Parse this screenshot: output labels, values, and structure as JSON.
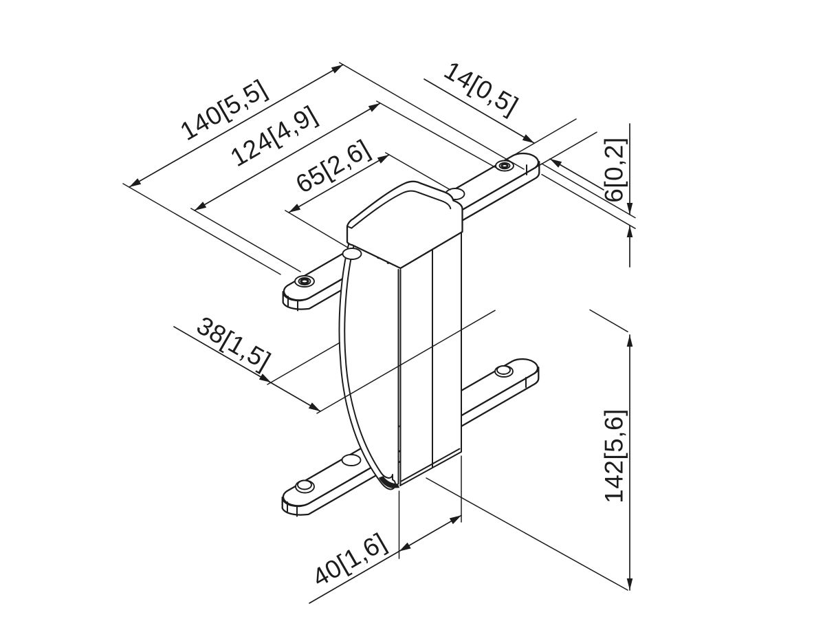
{
  "drawing": {
    "background_color": "#ffffff",
    "line_color": "#1c1c1c",
    "type": "isometric dimensioned technical drawing of a mounting bracket",
    "dims": {
      "overall_length": {
        "label": "140[5,5]",
        "mm": 140,
        "inch": "5,5"
      },
      "outer_hole_spacing": {
        "label": "124[4,9]",
        "mm": 124,
        "inch": "4,9"
      },
      "inner_hole_spacing": {
        "label": "65[2,6]",
        "mm": 65,
        "inch": "2,6"
      },
      "strap_width": {
        "label": "14[0,5]",
        "mm": 14,
        "inch": "0,5"
      },
      "strap_thickness": {
        "label": "6[0,2]",
        "mm": 6,
        "inch": "0,2"
      },
      "column_depth": {
        "label": "38[1,5]",
        "mm": 38,
        "inch": "1,5"
      },
      "overall_height": {
        "label": "142[5,6]",
        "mm": 142,
        "inch": "5,6"
      },
      "column_width": {
        "label": "40[1,6]",
        "mm": 40,
        "inch": "1,6"
      }
    }
  }
}
